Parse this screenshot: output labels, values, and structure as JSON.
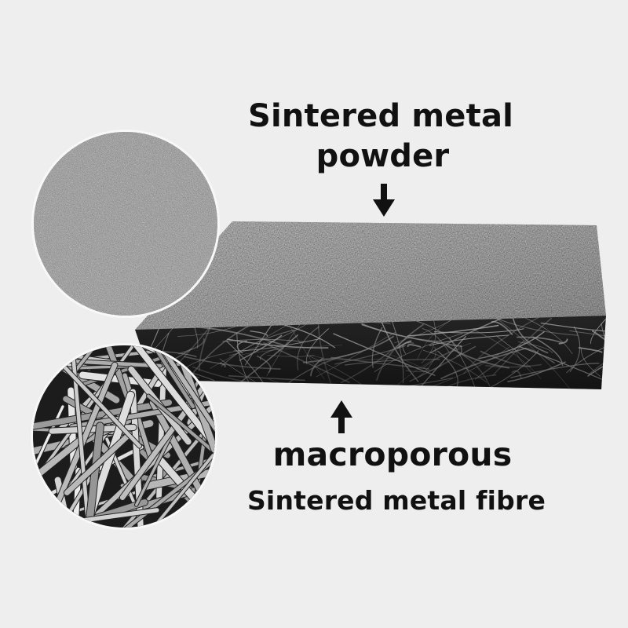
{
  "labels": {
    "top_line1": "Sintered metal",
    "top_line2": "powder",
    "bottom_line1": "macroporous",
    "bottom_line2": "Sintered metal fibre"
  },
  "colors": {
    "background": "#eeeeee",
    "text": "#111111",
    "arrow": "#111111",
    "circle_border": "#f8f8f8"
  },
  "icons": {
    "top_arrow": "arrow-down-icon",
    "bottom_arrow": "arrow-up-icon"
  }
}
